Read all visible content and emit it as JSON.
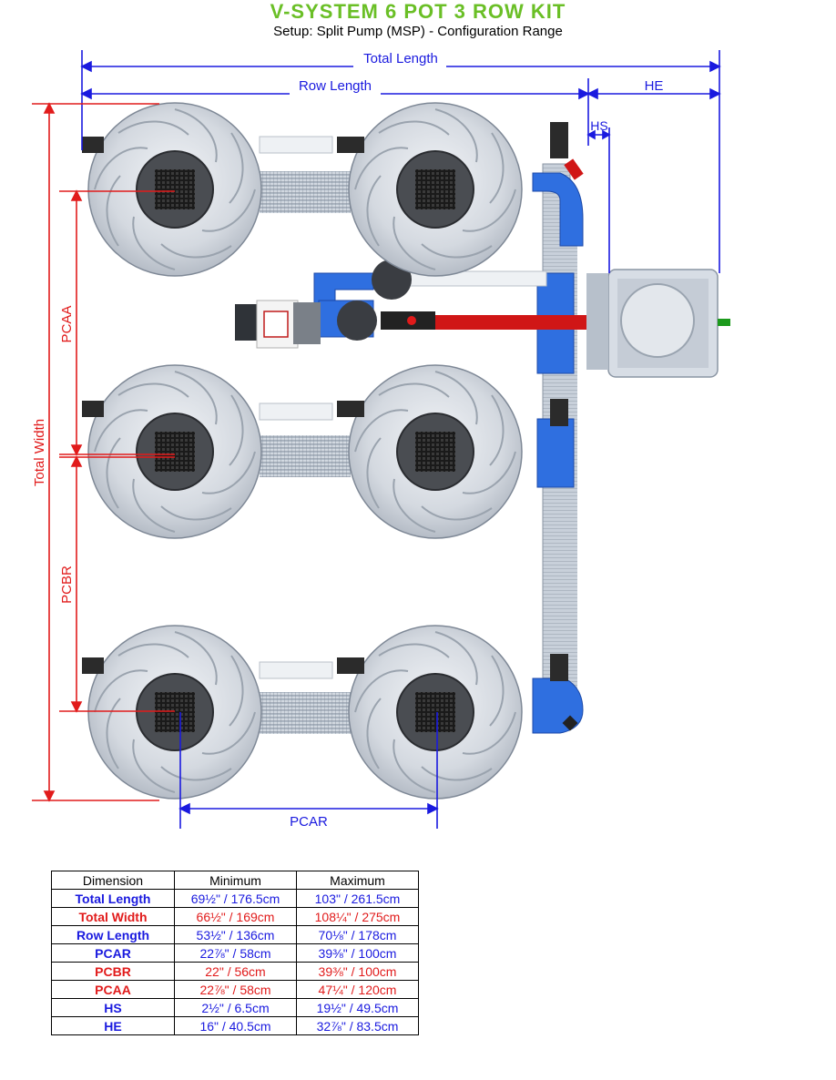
{
  "header": {
    "title": "V-SYSTEM 6 POT 3 ROW KIT",
    "subtitle": "Setup: Split Pump (MSP) - Configuration Range"
  },
  "labels": {
    "total_length": "Total Length",
    "row_length": "Row Length",
    "he": "HE",
    "hs": "HS",
    "total_width": "Total Width",
    "pcaa": "PCAA",
    "pcbr": "PCBR",
    "pcar": "PCAR"
  },
  "colors": {
    "blue": "#1a1adf",
    "red": "#e11b1b",
    "green": "#6abf26",
    "pipe_blue": "#2f6fe0",
    "pipe_red": "#d01616"
  },
  "table": {
    "headers": [
      "Dimension",
      "Minimum",
      "Maximum"
    ],
    "rows": [
      {
        "name": "Total Length",
        "min": "69½\" / 176.5cm",
        "max": "103\" / 261.5cm",
        "color": "#1a1adf"
      },
      {
        "name": "Total Width",
        "min": "66½\" / 169cm",
        "max": "108¼\" / 275cm",
        "color": "#e11b1b"
      },
      {
        "name": "Row Length",
        "min": "53½\" / 136cm",
        "max": "70⅛\" / 178cm",
        "color": "#1a1adf"
      },
      {
        "name": "PCAR",
        "min": "22⅞\" / 58cm",
        "max": "39⅜\" / 100cm",
        "color": "#1a1adf"
      },
      {
        "name": "PCBR",
        "min": "22\" / 56cm",
        "max": "39⅜\" / 100cm",
        "color": "#e11b1b"
      },
      {
        "name": "PCAA",
        "min": "22⅞\" / 58cm",
        "max": "47¼\" / 120cm",
        "color": "#e11b1b"
      },
      {
        "name": "HS",
        "min": "2½\" / 6.5cm",
        "max": "19½\" / 49.5cm",
        "color": "#1a1adf"
      },
      {
        "name": "HE",
        "min": "16\" / 40.5cm",
        "max": "32⅞\" / 83.5cm",
        "color": "#1a1adf"
      }
    ]
  }
}
